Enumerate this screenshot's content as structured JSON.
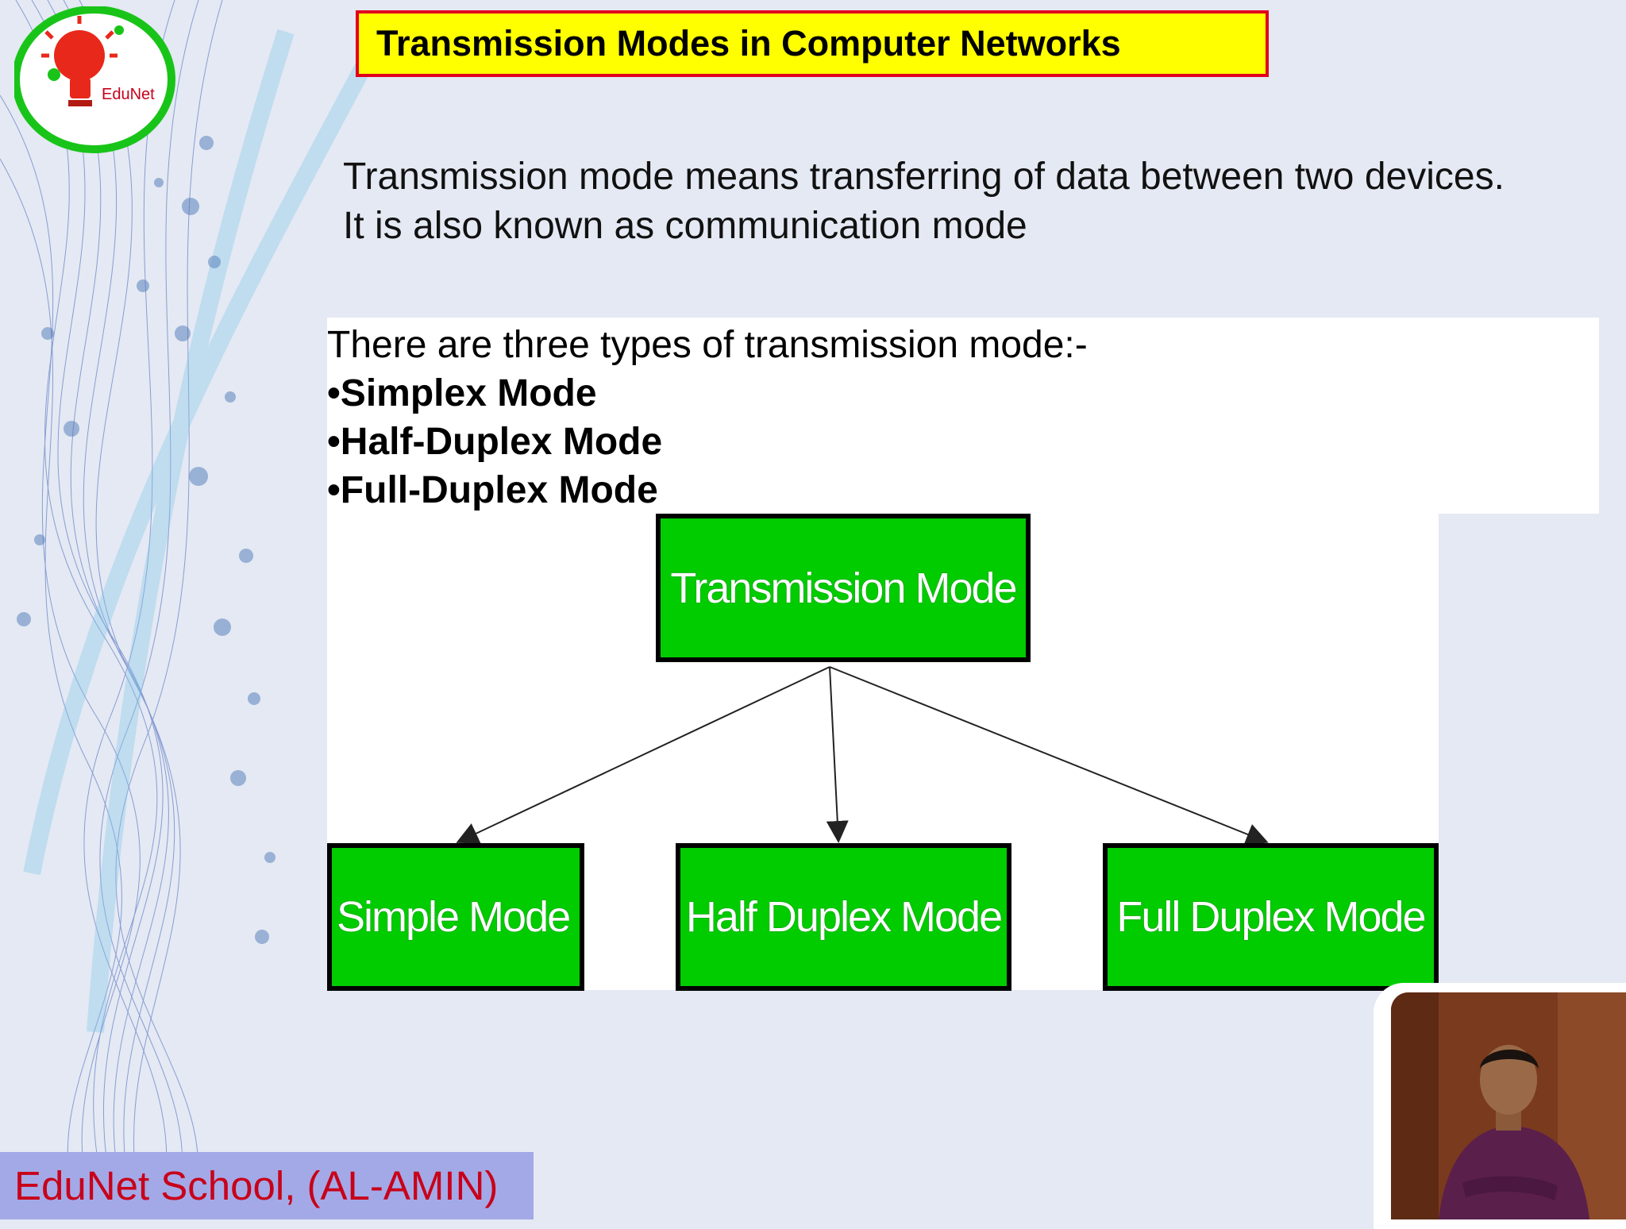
{
  "slide": {
    "title": "Transmission Modes in Computer Networks",
    "logo": {
      "icon": "lightbulb-icon",
      "text": "EduNet"
    },
    "intro": [
      "Transmission mode means transferring of data between two devices.",
      "It is also known as communication mode"
    ],
    "types_heading": "There are three types of transmission mode:-",
    "types": [
      "•Simplex Mode",
      "•Half-Duplex Mode",
      "•Full-Duplex Mode"
    ],
    "diagram": {
      "root": "Transmission Mode",
      "children": [
        "Simple Mode",
        "Half Duplex Mode",
        "Full Duplex Mode"
      ]
    },
    "footer": "EduNet School, (AL-AMIN)"
  },
  "colors": {
    "title_bg": "#ffff00",
    "title_border": "#e0001b",
    "node_green": "#00cc00",
    "footer_bg": "#a3a9e6",
    "footer_text": "#c8001a"
  }
}
